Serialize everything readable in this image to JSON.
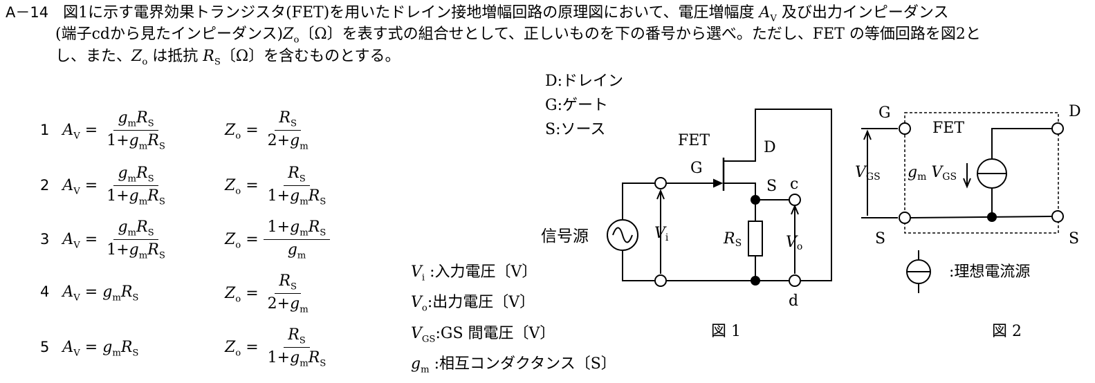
{
  "question": {
    "number": "A－14",
    "line1": "図1に示す電界効果トランジスタ(FET)を用いたドレイン接地増幅回路の原理図において、電圧増幅度 AV 及び出力インピーダンス",
    "line2": "(端子cdから見たインピーダンス)Zo〔Ω〕を表す式の組合せとして、正しいものを下の番号から選べ。ただし、FET の等価回路を図2と",
    "line3": "し、また、Zo は抵抗 RS〔Ω〕を含むものとする。"
  },
  "options": [
    {
      "num": "1",
      "av_lhs": "AV =",
      "av_num": "gmRS",
      "av_den": "1+gmRS",
      "zo_lhs": "Zo =",
      "zo_num": "RS",
      "zo_den": "2+gm"
    },
    {
      "num": "2",
      "av_lhs": "AV =",
      "av_num": "gmRS",
      "av_den": "1+gmRS",
      "zo_lhs": "Zo =",
      "zo_num": "RS",
      "zo_den": "1+gmRS"
    },
    {
      "num": "3",
      "av_lhs": "AV =",
      "av_num": "gmRS",
      "av_den": "1+gmRS",
      "zo_lhs": "Zo =",
      "zo_num": "1+gmRS",
      "zo_den": "gm"
    },
    {
      "num": "4",
      "av_lhs": "AV = gmRS",
      "zo_lhs": "Zo =",
      "zo_num": "RS",
      "zo_den": "2+gm"
    },
    {
      "num": "5",
      "av_lhs": "AV = gmRS",
      "zo_lhs": "Zo =",
      "zo_num": "RS",
      "zo_den": "1+gmRS"
    }
  ],
  "legend": [
    "Vi :入力電圧〔V〕",
    "Vo:出力電圧〔V〕",
    "VGS:GS 間電圧〔V〕",
    "gm :相互コンダクタンス〔S〕"
  ],
  "terminal_defs": [
    "D:ドレイン",
    "G:ゲート",
    "S:ソース"
  ],
  "fig1": {
    "fet": "FET",
    "g": "G",
    "d": "D",
    "s": "S",
    "c": "c",
    "dd": "d",
    "source": "信号源",
    "vi": "Vi",
    "rs": "RS",
    "vo": "Vo",
    "caption": "図 1"
  },
  "fig2": {
    "g": "G",
    "d": "D",
    "s_left": "S",
    "s_right": "S",
    "fet": "FET",
    "vgs": "VGS",
    "gm_vgs": "gm VGS",
    "ideal_source": ":理想電流源",
    "caption": "図 2"
  }
}
